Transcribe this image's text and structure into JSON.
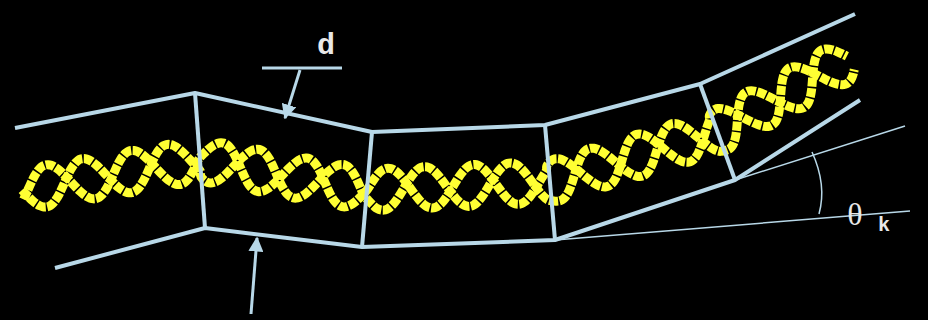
{
  "diagram": {
    "labels": [
      "d",
      "θ",
      "k"
    ]
  }
}
